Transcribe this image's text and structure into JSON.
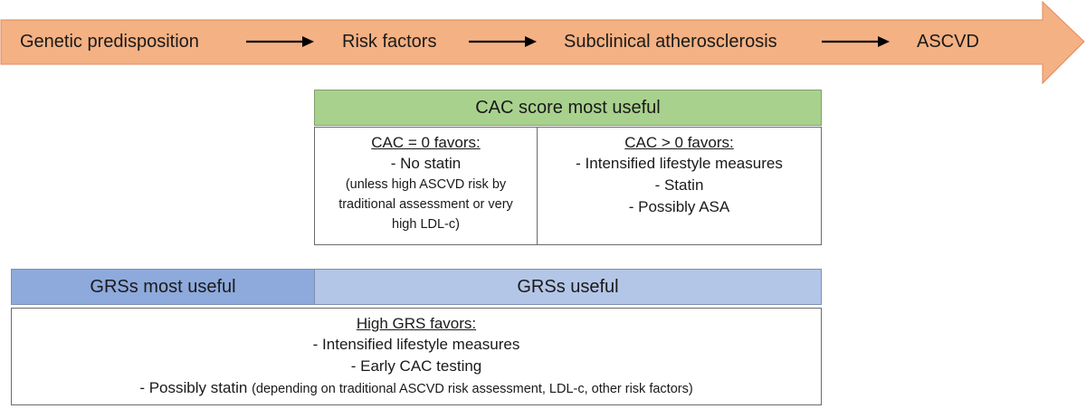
{
  "pathway": {
    "stages": [
      "Genetic predisposition",
      "Risk factors",
      "Subclinical atherosclerosis",
      "ASCVD"
    ],
    "arrow_color": "#f4b183",
    "arrow_border": "#e08a5a"
  },
  "cac": {
    "header": "CAC score most useful",
    "header_color": "#a9d18e",
    "zero": {
      "heading": "CAC = 0 favors:",
      "line1": "- No statin",
      "note": "(unless high ASCVD risk by traditional assessment or very high LDL-c)"
    },
    "positive": {
      "heading": "CAC > 0 favors:",
      "line1": "- Intensified lifestyle measures",
      "line2": "- Statin",
      "line3": "- Possibly ASA"
    }
  },
  "grs": {
    "most_useful": "GRSs most useful",
    "useful": "GRSs useful",
    "most_color": "#8eaadc",
    "useful_color": "#b4c6e7",
    "box": {
      "heading": "High GRS favors:",
      "line1": "- Intensified lifestyle measures",
      "line2": "- Early CAC testing",
      "line3": "- Possibly statin",
      "line3_note": "(depending on traditional ASCVD risk assessment, LDL-c, other risk factors)"
    }
  }
}
